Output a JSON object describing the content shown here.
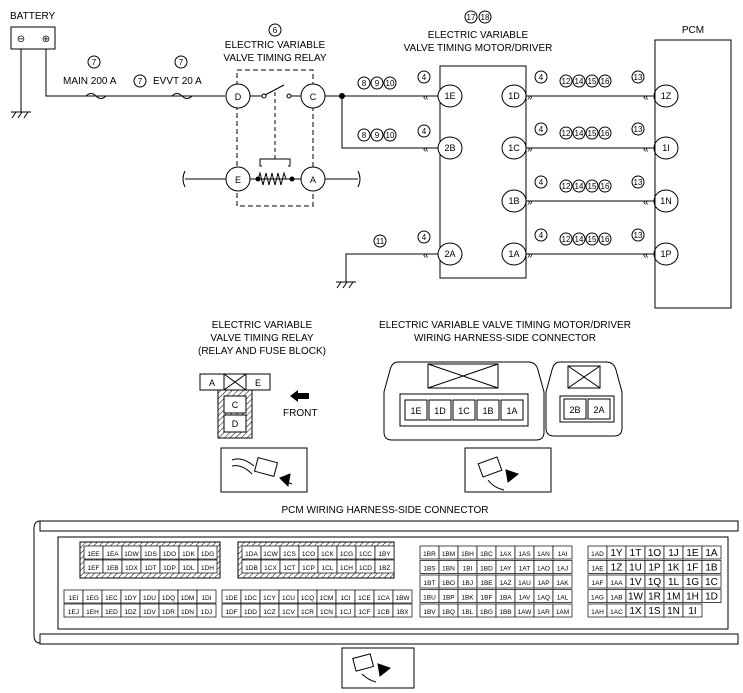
{
  "wiring": {
    "battery": {
      "label": "BATTERY",
      "minus": "⊖",
      "plus": "⊕"
    },
    "fuses": {
      "main": {
        "ref": "7",
        "label": "MAIN 200 A"
      },
      "mid_ref": "7",
      "evvt": {
        "ref": "7",
        "label": "EVVT 20 A"
      }
    },
    "relay": {
      "ref": "6",
      "title_line1": "ELECTRIC VARIABLE",
      "title_line2": "VALVE TIMING RELAY",
      "terminals": [
        "D",
        "C",
        "E",
        "A"
      ]
    },
    "driver": {
      "ref1": "17",
      "ref2": "18",
      "title_line1": "ELECTRIC VARIABLE",
      "title_line2": "VALVE TIMING MOTOR/DRIVER",
      "left_terminals": [
        "1E",
        "2B",
        "2A"
      ],
      "right_terminals": [
        "1D",
        "1C",
        "1B",
        "1A"
      ]
    },
    "pcm": {
      "label": "PCM",
      "terminals": [
        "1Z",
        "1I",
        "1N",
        "1P"
      ]
    },
    "refs_relay_to_driver": [
      "8",
      "9",
      "10"
    ],
    "ref_4": "4",
    "ref_ground": "11",
    "refs_driver_to_pcm": [
      "12",
      "14",
      "15",
      "16"
    ],
    "ref_13": "13"
  },
  "relay_connector": {
    "title_line1": "ELECTRIC VARIABLE",
    "title_line2": "VALVE TIMING RELAY",
    "title_line3": "(RELAY AND FUSE BLOCK)",
    "cells": [
      "A",
      "E",
      "C",
      "D"
    ],
    "front_label": "FRONT"
  },
  "driver_connector": {
    "title_line1": "ELECTRIC VARIABLE VALVE TIMING MOTOR/DRIVER",
    "title_line2": "WIRING HARNESS-SIDE CONNECTOR",
    "pins_a": [
      "1E",
      "1D",
      "1C",
      "1B",
      "1A"
    ],
    "pins_b": [
      "2B",
      "2A"
    ]
  },
  "pcm_connector": {
    "title": "PCM WIRING HARNESS-SIDE CONNECTOR",
    "block1": [
      [
        "1EE",
        "1EA",
        "1DW",
        "1DS",
        "1DO",
        "1DK",
        "1DG"
      ],
      [
        "1EF",
        "1EB",
        "1DX",
        "1DT",
        "1DP",
        "1DL",
        "1DH"
      ],
      [
        "1EI",
        "1EG",
        "1EC",
        "1DY",
        "1DU",
        "1DQ",
        "1DM",
        "1DI"
      ],
      [
        "1EJ",
        "1EH",
        "1ED",
        "1DZ",
        "1DV",
        "1DR",
        "1DN",
        "1DJ"
      ]
    ],
    "block2": [
      [
        "1DA",
        "1CW",
        "1CS",
        "1CO",
        "1CK",
        "1CG",
        "1CC",
        "1BY"
      ],
      [
        "1DB",
        "1CX",
        "1CT",
        "1CP",
        "1CL",
        "1CH",
        "1CD",
        "1BZ"
      ],
      [
        "1DE",
        "1DC",
        "1CY",
        "1CU",
        "1CQ",
        "1CM",
        "1CI",
        "1CE",
        "1CA",
        "1BW"
      ],
      [
        "1DF",
        "1DD",
        "1CZ",
        "1CV",
        "1CR",
        "1CN",
        "1CJ",
        "1CF",
        "1CB",
        "1BX"
      ]
    ],
    "block3": [
      [
        "1BR",
        "1BM",
        "1BH",
        "1BC",
        "1AX",
        "1AS",
        "1AN",
        "1AI"
      ],
      [
        "1BS",
        "1BN",
        "1BI",
        "1BD",
        "1AY",
        "1AT",
        "1AO",
        "1AJ"
      ],
      [
        "1BT",
        "1BO",
        "1BJ",
        "1BE",
        "1AZ",
        "1AU",
        "1AP",
        "1AK"
      ],
      [
        "1BU",
        "1BP",
        "1BK",
        "1BF",
        "1BA",
        "1AV",
        "1AQ",
        "1AL"
      ],
      [
        "1BV",
        "1BQ",
        "1BL",
        "1BG",
        "1BB",
        "1AW",
        "1AR",
        "1AM"
      ]
    ],
    "block4": [
      [
        "1AD",
        "1Y",
        "1T",
        "1O",
        "1J",
        "1E",
        "1A"
      ],
      [
        "1AE",
        "1Z",
        "1U",
        "1P",
        "1K",
        "1F",
        "1B"
      ],
      [
        "1AF",
        "1AA",
        "1V",
        "1Q",
        "1L",
        "1G",
        "1C"
      ],
      [
        "1AG",
        "1AB",
        "1W",
        "1R",
        "1M",
        "1H",
        "1D"
      ],
      [
        "1AH",
        "1AC",
        "1X",
        "1S",
        "1N",
        "1I"
      ]
    ]
  }
}
